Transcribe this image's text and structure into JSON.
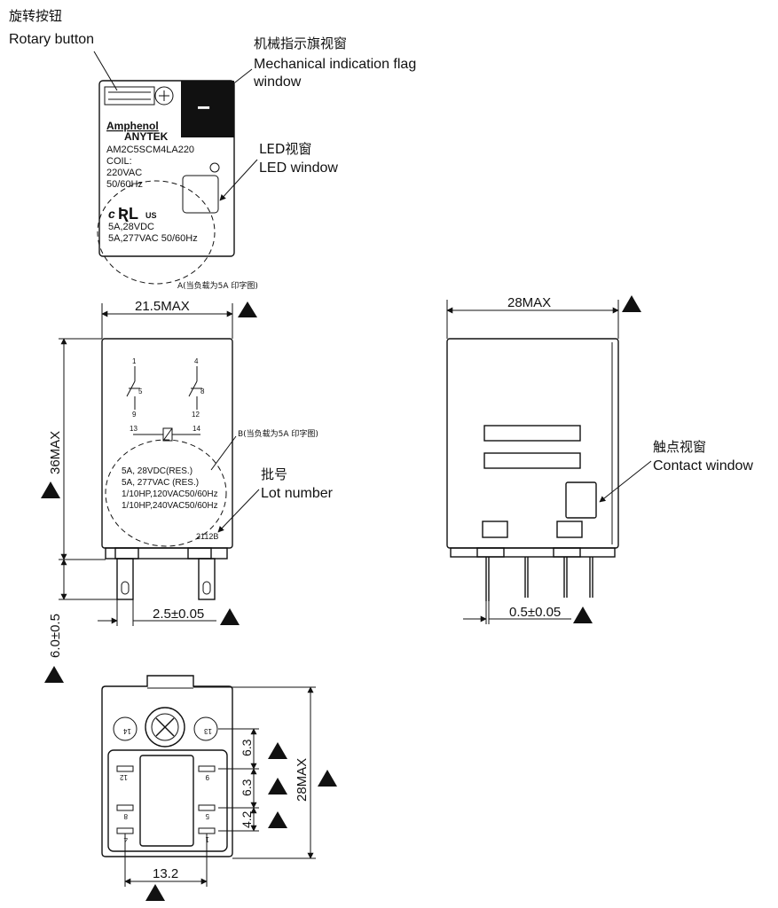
{
  "callouts": {
    "rotary_zh": "旋转按钮",
    "rotary_en": "Rotary button",
    "flag_zh": "机械指示旗视窗",
    "flag_en_1": "Mechanical indication flag",
    "flag_en_2": "window",
    "led_zh": "LED视窗",
    "led_en": "LED window",
    "lot_zh": "批号",
    "lot_en": "Lot number",
    "contact_zh": "触点视窗",
    "contact_en": "Contact window",
    "note_a": "A(当负载为5A 印字图)",
    "note_b": "B(当负载为5A 印字图)"
  },
  "label_top": {
    "brand": "Amphenol",
    "sub_brand": "ANYTEK",
    "model": "AM2C5SCM4LA220",
    "coil_1": "COIL:",
    "coil_2": "220VAC",
    "coil_3": "50/60Hz",
    "cert_c": "c",
    "cert_us": "US",
    "rating_1": "5A,28VDC",
    "rating_2": "5A,277VAC 50/60Hz",
    "minus": "−"
  },
  "label_front": {
    "pin_1": "1",
    "pin_4": "4",
    "pin_5": "5",
    "pin_8": "8",
    "pin_9": "9",
    "pin_12": "12",
    "pin_13": "13",
    "pin_14": "14",
    "rating_1": "5A, 28VDC(RES.)",
    "rating_2": "5A, 277VAC (RES.)",
    "rating_3": "1/10HP,120VAC50/60Hz",
    "rating_4": "1/10HP,240VAC50/60Hz",
    "lot": "2112B"
  },
  "dimensions": {
    "front_width": "21.5MAX",
    "front_height": "36MAX",
    "pin_length": "6.0±0.5",
    "pin_width": "2.5±0.05",
    "side_width": "28MAX",
    "side_pin": "0.5±0.05",
    "bottom_pitch_1": "6.3",
    "bottom_pitch_2": "6.3",
    "bottom_pitch_3": "4.2",
    "bottom_height": "28MAX",
    "bottom_span": "13.2"
  },
  "bottom_pins": {
    "p14": "14",
    "p13": "13",
    "p12": "12",
    "p9": "9",
    "p8": "8",
    "p5": "5",
    "p4": "4",
    "p1": "1"
  }
}
